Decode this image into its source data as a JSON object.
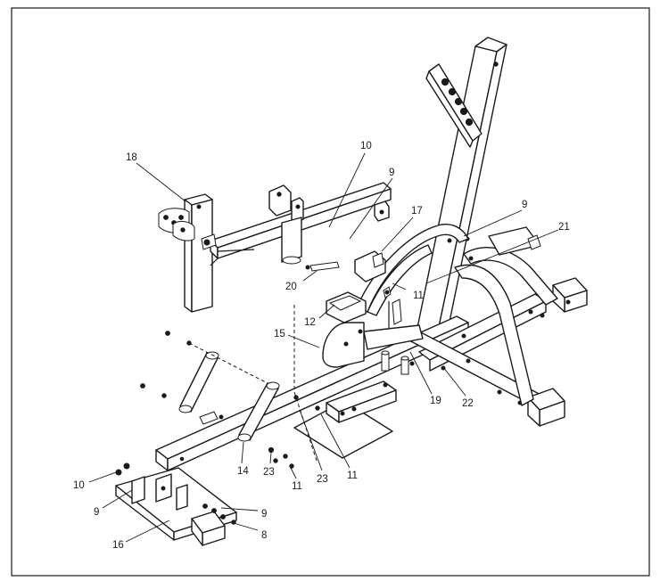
{
  "diagram": {
    "frame_color": "#1a1a1a",
    "callouts": [
      {
        "id": "c10a",
        "text": "10"
      },
      {
        "id": "c9a",
        "text": "9"
      },
      {
        "id": "c18",
        "text": "18"
      },
      {
        "id": "c17",
        "text": "17"
      },
      {
        "id": "c9b",
        "text": "9"
      },
      {
        "id": "c21",
        "text": "21"
      },
      {
        "id": "c20",
        "text": "20"
      },
      {
        "id": "c11a",
        "text": "11"
      },
      {
        "id": "c12",
        "text": "12"
      },
      {
        "id": "c15",
        "text": "15"
      },
      {
        "id": "c19",
        "text": "19"
      },
      {
        "id": "c22",
        "text": "22"
      },
      {
        "id": "c14",
        "text": "14"
      },
      {
        "id": "c23a",
        "text": "23"
      },
      {
        "id": "c11b",
        "text": "11"
      },
      {
        "id": "c23b",
        "text": "23"
      },
      {
        "id": "c11c",
        "text": "11"
      },
      {
        "id": "c10b",
        "text": "10"
      },
      {
        "id": "c9c",
        "text": "9"
      },
      {
        "id": "c9d",
        "text": "9"
      },
      {
        "id": "c8",
        "text": "8"
      },
      {
        "id": "c16",
        "text": "16"
      }
    ]
  }
}
